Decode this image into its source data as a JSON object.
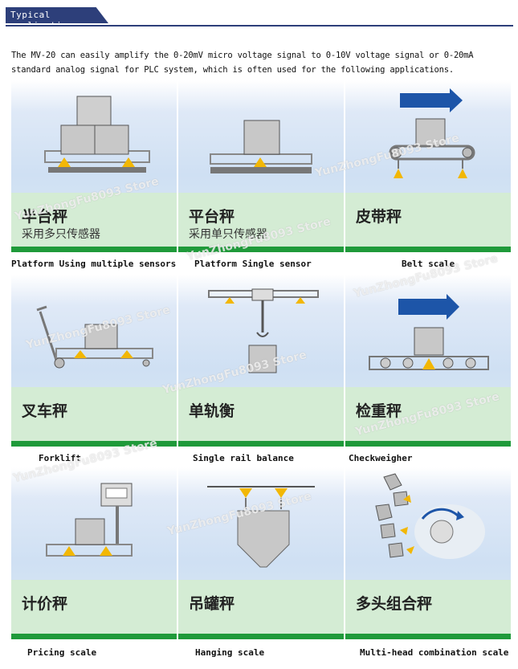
{
  "header": {
    "title": "Typical application"
  },
  "intro": "The MV-20 can easily amplify the 0-20mV micro voltage signal to 0-10V voltage signal or 0-20mA standard analog signal for PLC system, which is often used for the following applications.",
  "watermark": "YunZhongFu8093 Store",
  "cells": [
    {
      "cn_title": "半台秤",
      "cn_sub": "采用多只传感器",
      "caption": "Platform  Using multiple sensors",
      "icon": "platform-multi-sensor"
    },
    {
      "cn_title": "平台秤",
      "cn_sub": "采用单只传感器",
      "caption": "Platform  Single sensor",
      "icon": "platform-single-sensor"
    },
    {
      "cn_title": "皮带秤",
      "cn_sub": "",
      "caption": "Belt scale",
      "icon": "belt-scale"
    },
    {
      "cn_title": "叉车秤",
      "cn_sub": "",
      "caption": "Forklift",
      "icon": "forklift-scale"
    },
    {
      "cn_title": "单轨衡",
      "cn_sub": "",
      "caption": "Single rail balance",
      "icon": "single-rail-balance"
    },
    {
      "cn_title": "检重秤",
      "cn_sub": "",
      "caption": "Checkweigher",
      "icon": "checkweigher"
    },
    {
      "cn_title": "计价秤",
      "cn_sub": "",
      "caption": "Pricing scale",
      "icon": "pricing-scale"
    },
    {
      "cn_title": "吊罐秤",
      "cn_sub": "",
      "caption": "Hanging scale",
      "icon": "hanging-tank-scale"
    },
    {
      "cn_title": "多头组合秤",
      "cn_sub": "",
      "caption": "Multi-head combination scale",
      "icon": "multihead-combination-scale"
    }
  ],
  "colors": {
    "header": "#2d3f7a",
    "green_bar": "#1f9a3a",
    "green_band": "#d4ecd4",
    "arrow_blue": "#1d55a8",
    "sensor_yellow": "#f2b705"
  }
}
